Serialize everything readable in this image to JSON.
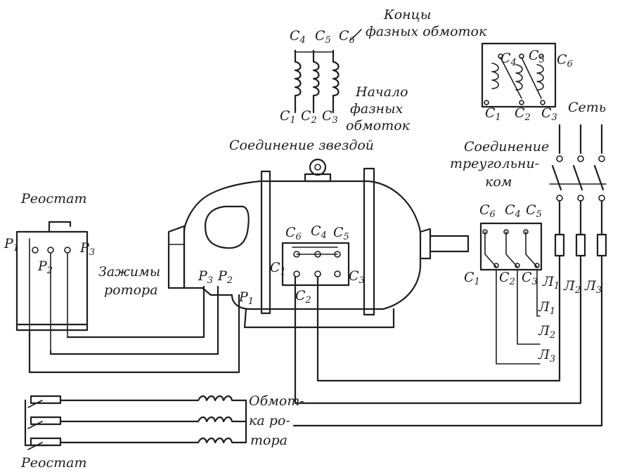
{
  "labels": {
    "konczy": "Концы",
    "faznyh_obmotok_top": "фазных обмоток",
    "nachalo": "Начало",
    "faznyh": "фазных",
    "obmotok": "обмоток",
    "star": "Соединение звездой",
    "delta_1": "Соединение",
    "delta_2": "треугольни-",
    "delta_3": "ком",
    "set": "Сеть",
    "reostat_top": "Реостат",
    "reostat_bottom": "Реостат",
    "zazhimy": "Зажимы",
    "rotora": "ротора",
    "obmotka_1": "Обмот-",
    "obmotka_2": "ка ро-",
    "obmotka_3": "тора"
  },
  "terminals": {
    "star_top_ends": [
      [
        "C",
        "4"
      ],
      [
        "C",
        "5"
      ],
      [
        "C",
        "6"
      ]
    ],
    "star_bottom_starts": [
      [
        "C",
        "1"
      ],
      [
        "C",
        "2"
      ],
      [
        "C",
        "3"
      ]
    ],
    "delta_top": [
      [
        "C",
        "4"
      ],
      [
        "C",
        "5"
      ],
      [
        "C",
        "6"
      ]
    ],
    "delta_bottom": [
      [
        "C",
        "1"
      ],
      [
        "C",
        "2"
      ],
      [
        "C",
        "3"
      ]
    ],
    "motor_box_top": [
      [
        "C",
        "6"
      ],
      [
        "C",
        "4"
      ],
      [
        "C",
        "5"
      ]
    ],
    "motor_box_side_left": [
      "C",
      "1"
    ],
    "motor_box_side_right": [
      "C",
      "3"
    ],
    "motor_box_bottom": [
      "C",
      "2"
    ],
    "right_box_top": [
      [
        "C",
        "6"
      ],
      [
        "C",
        "4"
      ],
      [
        "C",
        "5"
      ]
    ],
    "right_box_bottom": [
      [
        "C",
        "1"
      ],
      [
        "C",
        "2"
      ],
      [
        "C",
        "3"
      ]
    ],
    "rotor_clamps": [
      [
        "P",
        "3"
      ],
      [
        "P",
        "2"
      ],
      [
        "P",
        "1"
      ]
    ],
    "rheostat_terminals": [
      [
        "P",
        "1"
      ],
      [
        "P",
        "2"
      ],
      [
        "P",
        "3"
      ]
    ],
    "network_lines": [
      [
        "Л",
        "1"
      ],
      [
        "Л",
        "2"
      ],
      [
        "Л",
        "3"
      ]
    ],
    "network_lines_side": [
      [
        "Л",
        "1"
      ],
      [
        "Л",
        "2"
      ],
      [
        "Л",
        "3"
      ]
    ]
  }
}
